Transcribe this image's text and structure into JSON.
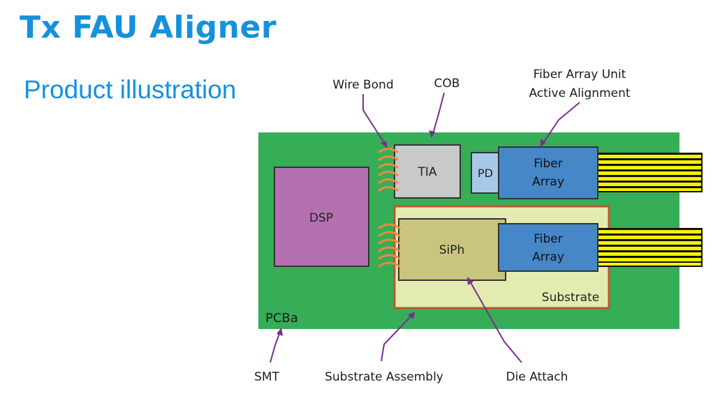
{
  "page": {
    "title": "Tx FAU Aligner",
    "subtitle": "Product illustration"
  },
  "diagram": {
    "blocks": {
      "dsp": "DSP",
      "tia": "TIA",
      "pd": "PD",
      "fiber_array_top": [
        "Fiber",
        "Array"
      ],
      "siph": "SiPh",
      "fiber_array_bottom": [
        "Fiber",
        "Array"
      ],
      "substrate": "Substrate",
      "pcba": "PCBa"
    },
    "callouts": {
      "wire_bond": "Wire Bond",
      "cob": "COB",
      "fau_active_alignment": [
        "Fiber Array Unit",
        "Active Alignment"
      ],
      "smt": "SMT",
      "substrate_assembly": "Substrate Assembly",
      "die_attach": "Die Attach"
    },
    "colors": {
      "pcb": "#35ae57",
      "dsp": "#b471b1",
      "tia": "#c8c9cb",
      "pd": "#a7c8e8",
      "fiber_array": "#4687c7",
      "substrate": "#e3ebb0",
      "substrate_border": "#c0562a",
      "siph": "#c9c57e",
      "wire_bond": "#ef8a3a",
      "arrow": "#7a2d8e",
      "fiber_yellow": "#f6f200"
    }
  }
}
